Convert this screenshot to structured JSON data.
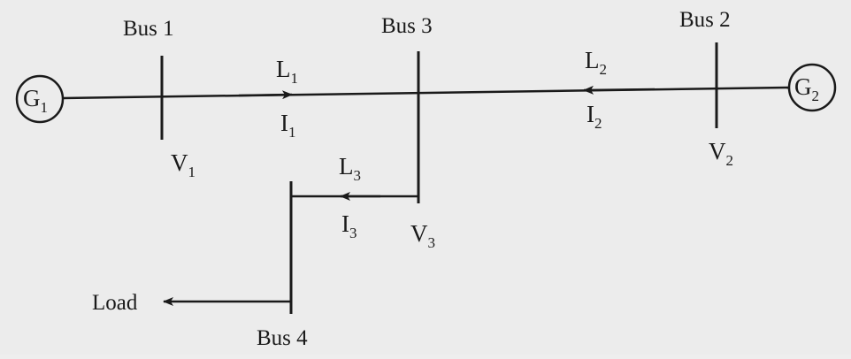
{
  "buses": {
    "bus1": "Bus 1",
    "bus2": "Bus 2",
    "bus3": "Bus 3",
    "bus4": "Bus 4"
  },
  "generators": {
    "g1": {
      "symbol": "G",
      "sub": "1"
    },
    "g2": {
      "symbol": "G",
      "sub": "2"
    }
  },
  "lines": {
    "l1": {
      "symbol": "L",
      "sub": "1"
    },
    "l2": {
      "symbol": "L",
      "sub": "2"
    },
    "l3": {
      "symbol": "L",
      "sub": "3"
    }
  },
  "currents": {
    "i1": {
      "symbol": "I",
      "sub": "1"
    },
    "i2": {
      "symbol": "I",
      "sub": "2"
    },
    "i3": {
      "symbol": "I",
      "sub": "3"
    }
  },
  "voltages": {
    "v1": {
      "symbol": "V",
      "sub": "1"
    },
    "v2": {
      "symbol": "V",
      "sub": "2"
    },
    "v3": {
      "symbol": "V",
      "sub": "3"
    }
  },
  "load": "Load",
  "colors": {
    "ink": "#1a1a1a",
    "paper": "#ececec"
  }
}
